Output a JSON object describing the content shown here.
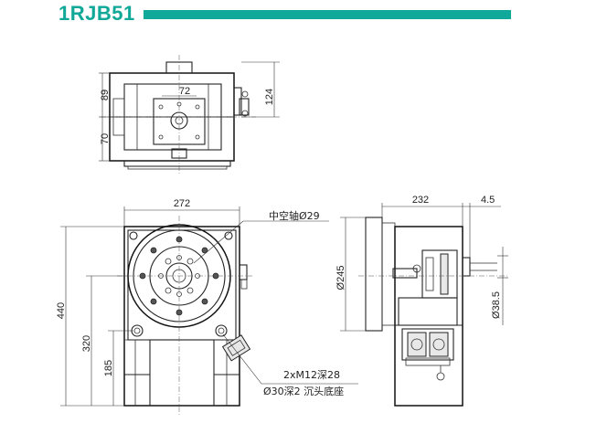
{
  "header": {
    "title": "1RJB51",
    "accent": "#10a898"
  },
  "dimensions": {
    "top_h1": "89",
    "top_h2": "70",
    "top_w": "72",
    "top_total_h": "124",
    "front_width": "272",
    "front_h_total": "440",
    "front_h_mid": "320",
    "front_h_low": "185",
    "side_width": "232",
    "side_offset": "4.5",
    "side_diam": "Ø245",
    "side_shaft": "Ø38.5"
  },
  "notes": {
    "hollow_shaft": "中空轴Ø29",
    "thread": "2xM12深28",
    "counterbore": "Ø30深2 沉头底座"
  }
}
